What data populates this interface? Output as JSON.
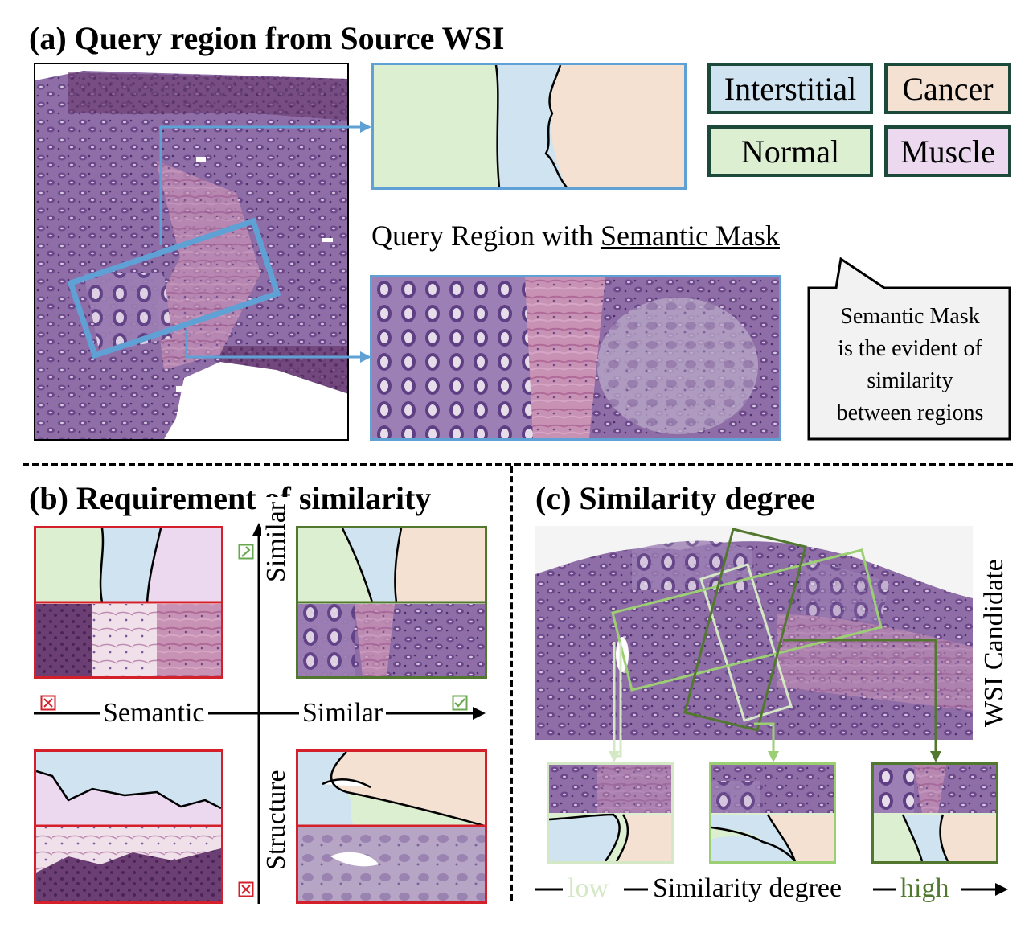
{
  "section_a": {
    "title": "(a) Query region from Source WSI",
    "legend": [
      {
        "label": "Interstitial",
        "color": "#cfe3f1"
      },
      {
        "label": "Cancer",
        "color": "#f4e1d1"
      },
      {
        "label": "Normal",
        "color": "#dcefd0"
      },
      {
        "label": "Muscle",
        "color": "#ecd9ef"
      }
    ],
    "query_caption_prefix": "Query Region with ",
    "query_caption_underlined": "Semantic Mask",
    "callout_lines": [
      "Semantic Mask",
      "is the evident of",
      "similarity",
      "between regions"
    ]
  },
  "section_b": {
    "title": "(b) Requirement of similarity",
    "x_axis_left": "Semantic",
    "x_axis_right": "Similar",
    "y_axis_top": "Similar",
    "y_axis_bottom": "Structure"
  },
  "section_c": {
    "title": "(c) Similarity degree",
    "wsi_label": "WSI Candidate",
    "axis_low": "low",
    "axis_mid": "Similarity degree",
    "axis_high": "high"
  },
  "colors": {
    "interstitial": "#cfe3f1",
    "cancer": "#f4e1d1",
    "normal": "#dcefd0",
    "muscle": "#ecd9ef",
    "query_blue": "#5fa1d5",
    "bad_red": "#d3202a",
    "good_green": "#52782f",
    "low_green": "#d5e8c6",
    "mid_green": "#9ccf74",
    "high_green": "#52782f"
  }
}
